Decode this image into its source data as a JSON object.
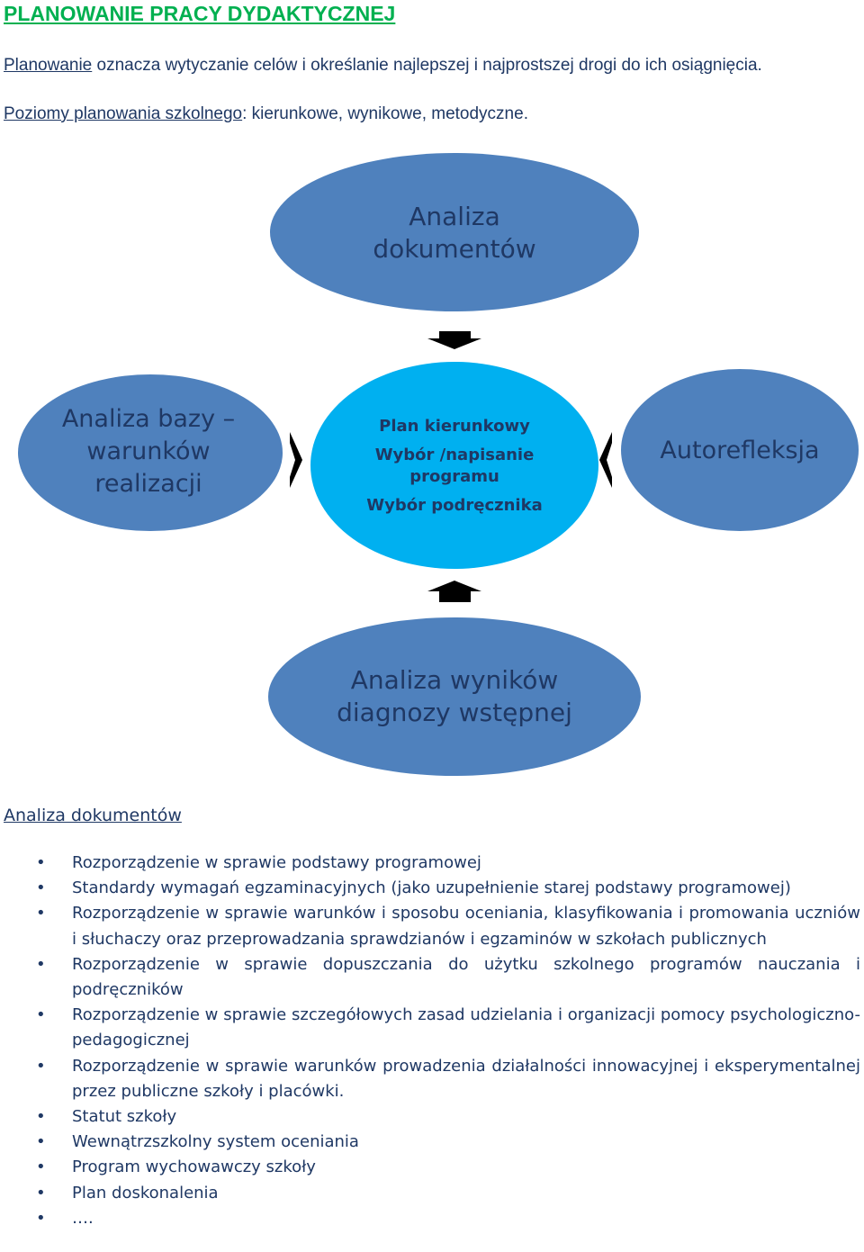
{
  "title": "PLANOWANIE PRACY DYDAKTYCZNEJ",
  "paragraph1": {
    "term": "Planowanie",
    "rest": " oznacza wytyczanie celów i określanie najlepszej i najprostszej drogi do ich osiągnięcia."
  },
  "paragraph2": {
    "term": "Poziomy planowania szkolnego",
    "rest": ": kierunkowe, wynikowe, metodyczne."
  },
  "diagram": {
    "top": {
      "line1": "Analiza",
      "line2": "dokumentów"
    },
    "left": {
      "line1": "Analiza  bazy –",
      "line2": "warunków",
      "line3": "realizacji"
    },
    "right": {
      "line1": "Autorefleksja"
    },
    "bottom": {
      "line1": "Analiza wyników",
      "line2": "diagnozy wstępnej"
    },
    "center": {
      "line1": "Plan kierunkowy",
      "line2": "Wybór /napisanie",
      "line3": "programu",
      "line4": "Wybór  podręcznika"
    },
    "colors": {
      "outer": "#4f81bd",
      "center": "#00b0f0",
      "text_outer": "#1f3864",
      "arrow": "#000000"
    }
  },
  "section_heading": "Analiza dokumentów",
  "documents": [
    "Rozporządzenie w sprawie podstawy programowej",
    "Standardy wymagań egzaminacyjnych (jako uzupełnienie starej podstawy programowej)",
    "Rozporządzenie w sprawie warunków i sposobu oceniania, klasyfikowania i promowania uczniów i słuchaczy oraz przeprowadzania sprawdzianów i egzaminów w szkołach publicznych",
    "Rozporządzenie w sprawie dopuszczania do użytku szkolnego programów nauczania i podręczników",
    "Rozporządzenie w sprawie szczegółowych zasad udzielania i organizacji pomocy psychologiczno-pedagogicznej",
    "Rozporządzenie w sprawie warunków prowadzenia działalności innowacyjnej i eksperymentalnej przez publiczne szkoły i placówki.",
    "Statut szkoły",
    "Wewnątrzszkolny system oceniania",
    "Program wychowawczy szkoły",
    "Plan doskonalenia",
    "…."
  ]
}
